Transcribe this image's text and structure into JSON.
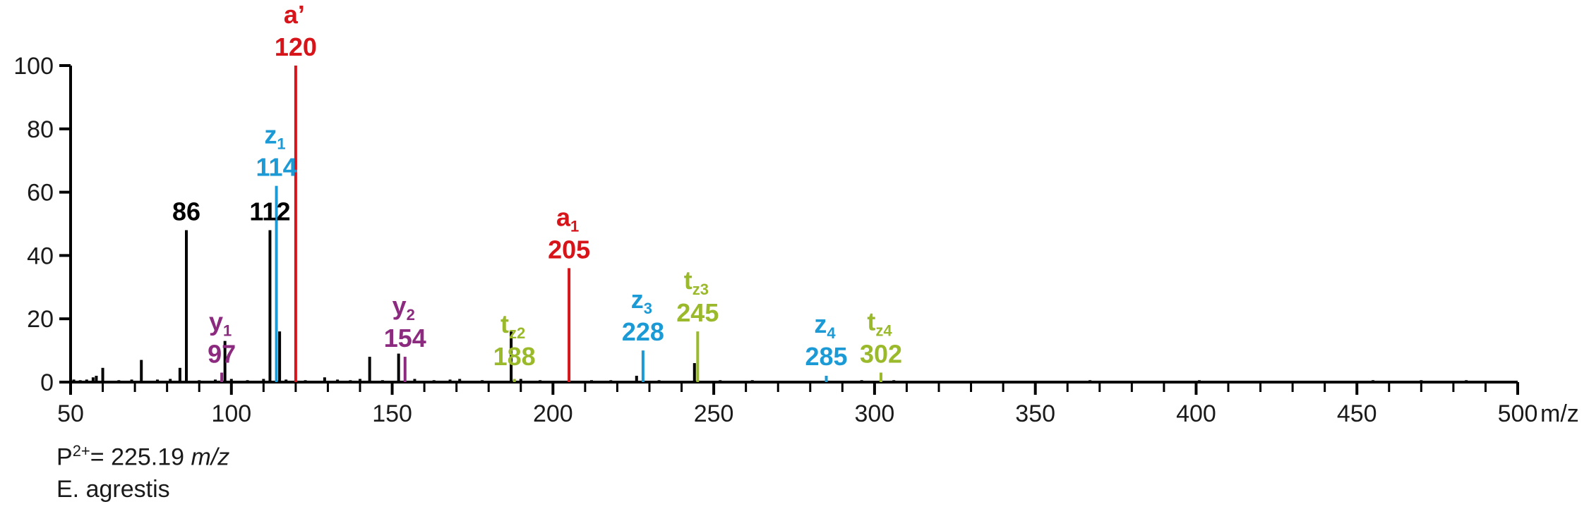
{
  "chart_data": {
    "type": "bar",
    "xlim": [
      50,
      500
    ],
    "ylim": [
      0,
      100
    ],
    "x_ticks": [
      50,
      100,
      150,
      200,
      250,
      300,
      350,
      400,
      450,
      500
    ],
    "x_tick_labels": [
      "50",
      "100",
      "150",
      "200",
      "250",
      "300",
      "350",
      "400",
      "450",
      "500"
    ],
    "x_unit_label": "m/z",
    "y_ticks": [
      0,
      20,
      40,
      60,
      80,
      100
    ],
    "y_tick_labels": [
      "0",
      "20",
      "40",
      "60",
      "80",
      "100"
    ],
    "grid": false,
    "colors": {
      "unassigned": "#000000",
      "a": "#d7141a",
      "z": "#1b9ad6",
      "y": "#8b2a7e",
      "t": "#9ab92b"
    },
    "labeled_peaks": [
      {
        "mz": 86,
        "intensity": 48,
        "ion": "",
        "sub": "",
        "mz_label": "86",
        "series": "unassigned"
      },
      {
        "mz": 97,
        "intensity": 3,
        "ion": "y",
        "sub": "1",
        "mz_label": "97",
        "series": "y"
      },
      {
        "mz": 112,
        "intensity": 48,
        "ion": "",
        "sub": "",
        "mz_label": "112",
        "series": "unassigned"
      },
      {
        "mz": 114,
        "intensity": 62,
        "ion": "z",
        "sub": "1",
        "mz_label": "114",
        "series": "z"
      },
      {
        "mz": 120,
        "intensity": 100,
        "ion": "a’",
        "sub": "",
        "mz_label": "120",
        "series": "a"
      },
      {
        "mz": 154,
        "intensity": 8,
        "ion": "y",
        "sub": "2",
        "mz_label": "154",
        "series": "y"
      },
      {
        "mz": 188,
        "intensity": 1,
        "ion": "t",
        "sub": "z2",
        "mz_label": "188",
        "series": "t"
      },
      {
        "mz": 205,
        "intensity": 36,
        "ion": "a",
        "sub": "1",
        "mz_label": "205",
        "series": "a"
      },
      {
        "mz": 228,
        "intensity": 10,
        "ion": "z",
        "sub": "3",
        "mz_label": "228",
        "series": "z"
      },
      {
        "mz": 245,
        "intensity": 16,
        "ion": "t",
        "sub": "z3",
        "mz_label": "245",
        "series": "t"
      },
      {
        "mz": 285,
        "intensity": 2,
        "ion": "z",
        "sub": "4",
        "mz_label": "285",
        "series": "z"
      },
      {
        "mz": 302,
        "intensity": 3,
        "ion": "t",
        "sub": "z4",
        "mz_label": "302",
        "series": "t"
      }
    ],
    "other_peaks": [
      {
        "mz": 51,
        "intensity": 0.8
      },
      {
        "mz": 53,
        "intensity": 0.6
      },
      {
        "mz": 55,
        "intensity": 0.8
      },
      {
        "mz": 57,
        "intensity": 1.5
      },
      {
        "mz": 58,
        "intensity": 2
      },
      {
        "mz": 60,
        "intensity": 4.5
      },
      {
        "mz": 65,
        "intensity": 0.6
      },
      {
        "mz": 69,
        "intensity": 0.8
      },
      {
        "mz": 72,
        "intensity": 7
      },
      {
        "mz": 77,
        "intensity": 0.8
      },
      {
        "mz": 81,
        "intensity": 1
      },
      {
        "mz": 84,
        "intensity": 4.5
      },
      {
        "mz": 90,
        "intensity": 0.6
      },
      {
        "mz": 95,
        "intensity": 0.8
      },
      {
        "mz": 98,
        "intensity": 13
      },
      {
        "mz": 100,
        "intensity": 1
      },
      {
        "mz": 105,
        "intensity": 0.6
      },
      {
        "mz": 110,
        "intensity": 1
      },
      {
        "mz": 115,
        "intensity": 16
      },
      {
        "mz": 117,
        "intensity": 0.8
      },
      {
        "mz": 123,
        "intensity": 0.6
      },
      {
        "mz": 129,
        "intensity": 1.5
      },
      {
        "mz": 133,
        "intensity": 0.8
      },
      {
        "mz": 137,
        "intensity": 0.6
      },
      {
        "mz": 140,
        "intensity": 1
      },
      {
        "mz": 143,
        "intensity": 8
      },
      {
        "mz": 147,
        "intensity": 0.6
      },
      {
        "mz": 152,
        "intensity": 9
      },
      {
        "mz": 157,
        "intensity": 1
      },
      {
        "mz": 163,
        "intensity": 0.6
      },
      {
        "mz": 168,
        "intensity": 0.8
      },
      {
        "mz": 171,
        "intensity": 1
      },
      {
        "mz": 178,
        "intensity": 0.6
      },
      {
        "mz": 187,
        "intensity": 16
      },
      {
        "mz": 190,
        "intensity": 1
      },
      {
        "mz": 196,
        "intensity": 0.6
      },
      {
        "mz": 212,
        "intensity": 0.6
      },
      {
        "mz": 218,
        "intensity": 0.6
      },
      {
        "mz": 226,
        "intensity": 2
      },
      {
        "mz": 233,
        "intensity": 0.6
      },
      {
        "mz": 244,
        "intensity": 6
      },
      {
        "mz": 252,
        "intensity": 0.6
      },
      {
        "mz": 262,
        "intensity": 0.6
      },
      {
        "mz": 296,
        "intensity": 0.6
      },
      {
        "mz": 306,
        "intensity": 0.6
      },
      {
        "mz": 367,
        "intensity": 0.6
      },
      {
        "mz": 401,
        "intensity": 0.6
      },
      {
        "mz": 455,
        "intensity": 0.6
      },
      {
        "mz": 470,
        "intensity": 0.6
      },
      {
        "mz": 484,
        "intensity": 0.6
      }
    ]
  },
  "caption": {
    "precursor_prefix": "P",
    "precursor_charge": "2+",
    "precursor_value": "= 225.19 ",
    "precursor_unit": "m/z",
    "species": "E. agrestis"
  }
}
